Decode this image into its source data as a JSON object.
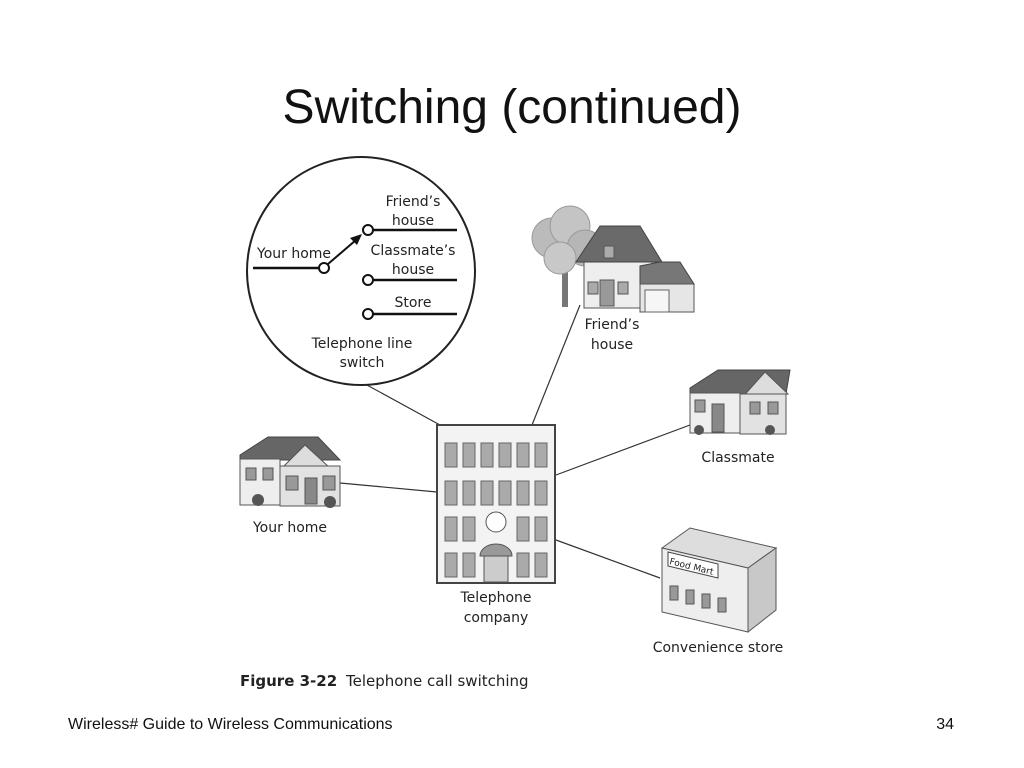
{
  "slide": {
    "title": "Switching (continued)",
    "footer_text": "Wireless# Guide to Wireless Communications",
    "page_number": "34"
  },
  "figure": {
    "caption_label": "Figure 3-22",
    "caption_text": "Telephone call switching",
    "switch_inset": {
      "input_label": "Your home",
      "outputs": [
        {
          "line1": "Friend’s",
          "line2": "house"
        },
        {
          "line1": "Classmate’s",
          "line2": "house"
        },
        {
          "line1": "Store",
          "line2": ""
        }
      ],
      "switch_label_line1": "Telephone line",
      "switch_label_line2": "switch"
    },
    "nodes": {
      "friends_house_line1": "Friend’s",
      "friends_house_line2": "house",
      "classmate": "Classmate",
      "your_home": "Your home",
      "telephone_company_line1": "Telephone",
      "telephone_company_line2": "company",
      "convenience_store": "Convenience store",
      "store_sign": "Food Mart"
    }
  }
}
